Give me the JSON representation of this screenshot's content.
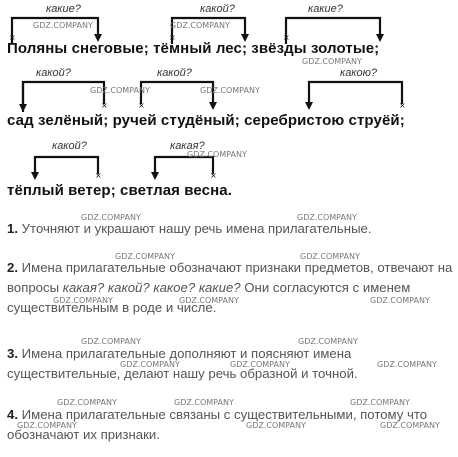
{
  "watermark": "GDZ.COMPANY",
  "phrases": {
    "line1": "Поляны снеговые; тёмный лес; звёзды золотые;",
    "line2": "сад зелёный; ручей студёный; серебристою струёй;",
    "line3": "тёплый ветер; светлая весна."
  },
  "questions": {
    "q1": "какие?",
    "q2": "какой?",
    "q3": "какие?",
    "q4": "какой?",
    "q5": "какой?",
    "q6": "какою?",
    "q7": "какой?",
    "q8": "какая?"
  },
  "statements": [
    {
      "number": "1.",
      "text": "Уточняют и украшают нашу речь имена прилагательные."
    },
    {
      "number": "2.",
      "text_before": "Имена прилагательные обозначают признаки предметов, отвечают на вопросы",
      "questions": "какая? какой? какое? какие?",
      "text_after": "Они согласуются с именем существительным в роде и числе."
    },
    {
      "number": "3.",
      "text": "Имена прилагательные дополняют и поясняют имена существительные, делают нашу речь образной и точной."
    },
    {
      "number": "4.",
      "text": "Имена прилагательные связаны с существительными, потому что обозначают их признаки."
    }
  ]
}
